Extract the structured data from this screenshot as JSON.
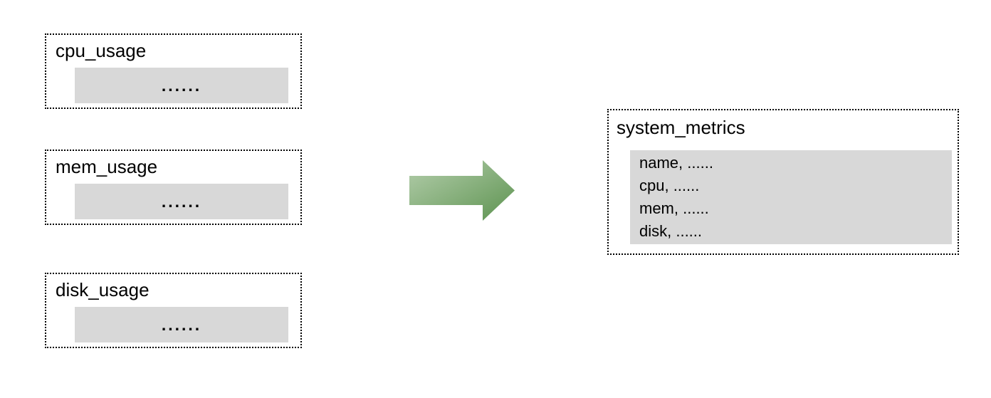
{
  "diagram": {
    "sources": [
      {
        "title": "cpu_usage",
        "placeholder": "......"
      },
      {
        "title": "mem_usage",
        "placeholder": "......"
      },
      {
        "title": "disk_usage",
        "placeholder": "......"
      }
    ],
    "target": {
      "title": "system_metrics",
      "rows": [
        "name, ......",
        "cpu, ......",
        "mem, ......",
        "disk, ......"
      ]
    },
    "colors": {
      "background": "#ffffff",
      "border": "#000000",
      "panel_fill": "#d8d8d8",
      "arrow_gradient_light": "#b4ceac",
      "arrow_gradient_dark": "#5d9350"
    }
  }
}
